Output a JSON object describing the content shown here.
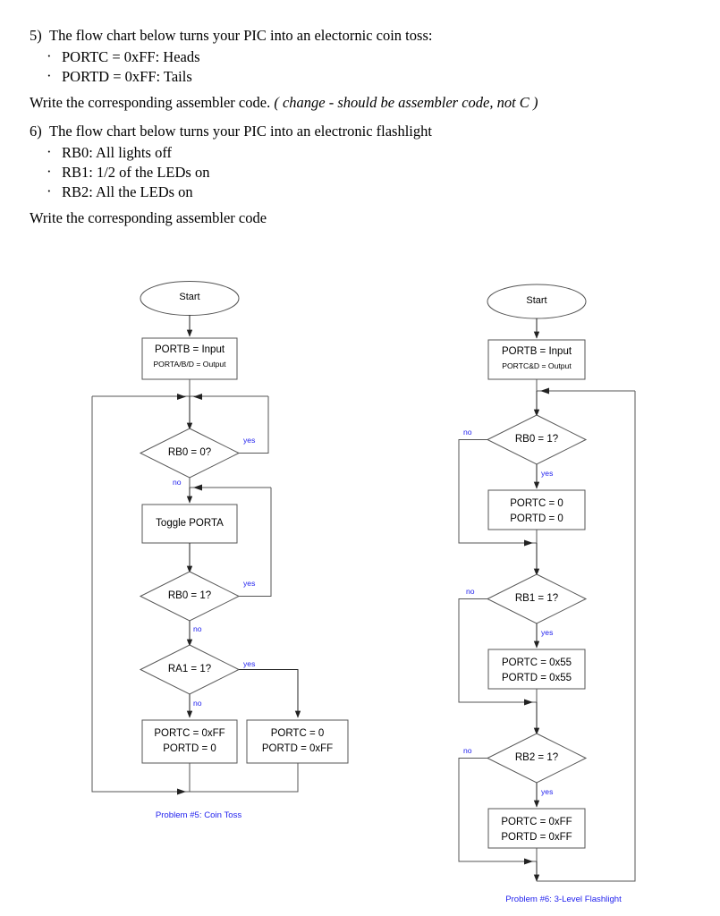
{
  "document": {
    "questions": [
      {
        "number": "5)",
        "text": "The flow chart below turns your PIC into an electornic coin toss:",
        "bullets": [
          "PORTC = 0xFF:  Heads",
          "PORTD = 0xFF:  Tails"
        ],
        "instruction": "Write the corresponding assembler code.",
        "note": "( change - should be assembler code, not C )"
      },
      {
        "number": "6)",
        "text": "The flow chart below turns your PIC into an electronic flashlight",
        "bullets": [
          "RB0:  All lights off",
          "RB1:  1/2 of the LEDs on",
          "RB2:  All the LEDs on"
        ],
        "instruction": "Write the corresponding assembler code",
        "note": ""
      }
    ]
  },
  "chart_data": {
    "type": "diagram",
    "title": "PIC flow charts",
    "colors": {
      "stroke": "#555555",
      "text": "#000000",
      "branch_label": "#2222ee",
      "caption": "#2222ee",
      "background": "#ffffff"
    },
    "flowcharts": [
      {
        "id": "coin-toss",
        "caption": "Problem #5: Coin Toss",
        "nodes": [
          {
            "id": "start",
            "shape": "ellipse",
            "lines": [
              "Start"
            ]
          },
          {
            "id": "init",
            "shape": "process",
            "lines": [
              "PORTB = Input",
              "PORTA/B/D = Output"
            ]
          },
          {
            "id": "rb0-zero",
            "shape": "decision",
            "lines": [
              "RB0 = 0?"
            ]
          },
          {
            "id": "toggle",
            "shape": "process",
            "lines": [
              "Toggle PORTA"
            ]
          },
          {
            "id": "rb0-one",
            "shape": "decision",
            "lines": [
              "RB0 = 1?"
            ]
          },
          {
            "id": "ra1-one",
            "shape": "decision",
            "lines": [
              "RA1 = 1?"
            ]
          },
          {
            "id": "heads",
            "shape": "process",
            "lines": [
              "PORTC = 0xFF",
              "PORTD = 0"
            ]
          },
          {
            "id": "tails",
            "shape": "process",
            "lines": [
              "PORTC = 0",
              "PORTD = 0xFF"
            ]
          }
        ],
        "edges": [
          {
            "from": "rb0-zero",
            "to": "merge-top",
            "label": "yes"
          },
          {
            "from": "rb0-zero",
            "to": "toggle",
            "label": "no"
          },
          {
            "from": "rb0-one",
            "to": "toggle-merge",
            "label": "yes"
          },
          {
            "from": "rb0-one",
            "to": "ra1-one",
            "label": "no"
          },
          {
            "from": "ra1-one",
            "to": "tails",
            "label": "yes"
          },
          {
            "from": "ra1-one",
            "to": "heads",
            "label": "no"
          }
        ]
      },
      {
        "id": "flashlight",
        "caption": "Problem #6: 3-Level Flashlight",
        "nodes": [
          {
            "id": "start",
            "shape": "ellipse",
            "lines": [
              "Start"
            ]
          },
          {
            "id": "init",
            "shape": "process",
            "lines": [
              "PORTB = Input",
              "PORTC&D = Output"
            ]
          },
          {
            "id": "rb0",
            "shape": "decision",
            "lines": [
              "RB0 = 1?"
            ]
          },
          {
            "id": "off",
            "shape": "process",
            "lines": [
              "PORTC = 0",
              "PORTD = 0"
            ]
          },
          {
            "id": "rb1",
            "shape": "decision",
            "lines": [
              "RB1 = 1?"
            ]
          },
          {
            "id": "half",
            "shape": "process",
            "lines": [
              "PORTC = 0x55",
              "PORTD = 0x55"
            ]
          },
          {
            "id": "rb2",
            "shape": "decision",
            "lines": [
              "RB2 = 1?"
            ]
          },
          {
            "id": "full",
            "shape": "process",
            "lines": [
              "PORTC = 0xFF",
              "PORTD = 0xFF"
            ]
          }
        ],
        "edges": [
          {
            "from": "rb0",
            "to": "off",
            "label": "yes"
          },
          {
            "from": "rb0",
            "to": "merge-1",
            "label": "no"
          },
          {
            "from": "rb1",
            "to": "half",
            "label": "yes"
          },
          {
            "from": "rb1",
            "to": "merge-2",
            "label": "no"
          },
          {
            "from": "rb2",
            "to": "full",
            "label": "yes"
          },
          {
            "from": "rb2",
            "to": "merge-3",
            "label": "no"
          }
        ]
      }
    ]
  }
}
